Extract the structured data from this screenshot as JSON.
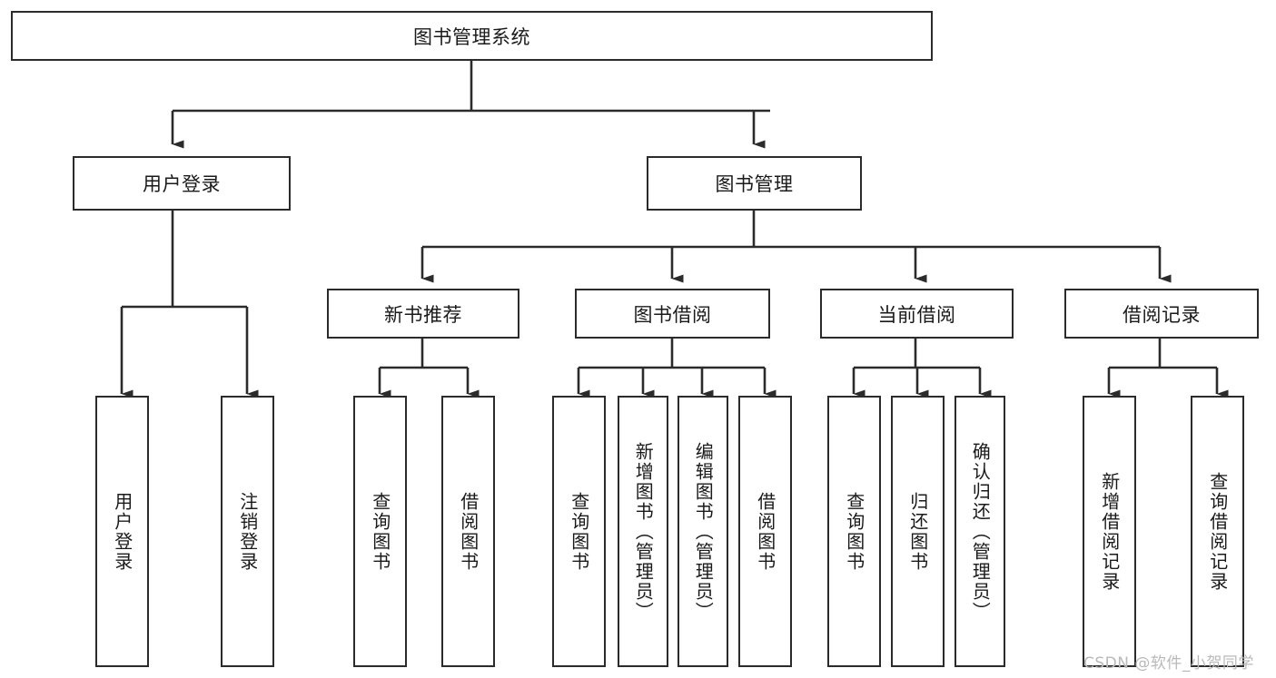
{
  "diagram": {
    "type": "tree-hierarchy-chart",
    "title": "图书管理系统",
    "line_color": "#2b2b2b",
    "box_fill": "#ffffff",
    "text_color": "#1a1a1a",
    "levels": [
      {
        "level": 1,
        "nodes": [
          {
            "id": "root",
            "label": "图书管理系统",
            "orientation": "horizontal"
          }
        ]
      },
      {
        "level": 2,
        "nodes": [
          {
            "id": "login",
            "label": "用户登录",
            "orientation": "horizontal",
            "parent": "root"
          },
          {
            "id": "bookmgmt",
            "label": "图书管理",
            "orientation": "horizontal",
            "parent": "root"
          }
        ]
      },
      {
        "level": 3,
        "nodes": [
          {
            "id": "newbook",
            "label": "新书推荐",
            "orientation": "horizontal",
            "parent": "bookmgmt"
          },
          {
            "id": "borrow",
            "label": "图书借阅",
            "orientation": "horizontal",
            "parent": "bookmgmt"
          },
          {
            "id": "current",
            "label": "当前借阅",
            "orientation": "horizontal",
            "parent": "bookmgmt"
          },
          {
            "id": "records",
            "label": "借阅记录",
            "orientation": "horizontal",
            "parent": "bookmgmt"
          }
        ]
      },
      {
        "level": 4,
        "nodes": [
          {
            "id": "leaf1",
            "label": "用户登录",
            "orientation": "vertical",
            "parent": "login"
          },
          {
            "id": "leaf2",
            "label": "注销登录",
            "orientation": "vertical",
            "parent": "login"
          },
          {
            "id": "leaf3",
            "label": "查询图书",
            "orientation": "vertical",
            "parent": "newbook"
          },
          {
            "id": "leaf4",
            "label": "借阅图书",
            "orientation": "vertical",
            "parent": "newbook"
          },
          {
            "id": "leaf5",
            "label": "查询图书",
            "orientation": "vertical",
            "parent": "borrow"
          },
          {
            "id": "leaf6",
            "label": "新增图书（管理员）",
            "orientation": "vertical",
            "parent": "borrow"
          },
          {
            "id": "leaf7",
            "label": "编辑图书（管理员）",
            "orientation": "vertical",
            "parent": "borrow"
          },
          {
            "id": "leaf8",
            "label": "借阅图书",
            "orientation": "vertical",
            "parent": "borrow"
          },
          {
            "id": "leaf9",
            "label": "查询图书",
            "orientation": "vertical",
            "parent": "current"
          },
          {
            "id": "leaf10",
            "label": "归还图书",
            "orientation": "vertical",
            "parent": "current"
          },
          {
            "id": "leaf11",
            "label": "确认归还（管理员）",
            "orientation": "vertical",
            "parent": "current"
          },
          {
            "id": "leaf12",
            "label": "新增借阅记录",
            "orientation": "vertical",
            "parent": "records"
          },
          {
            "id": "leaf13",
            "label": "查询借阅记录",
            "orientation": "vertical",
            "parent": "records"
          }
        ]
      }
    ]
  },
  "watermark": {
    "text": "CSDN @软件_小贺同学"
  }
}
